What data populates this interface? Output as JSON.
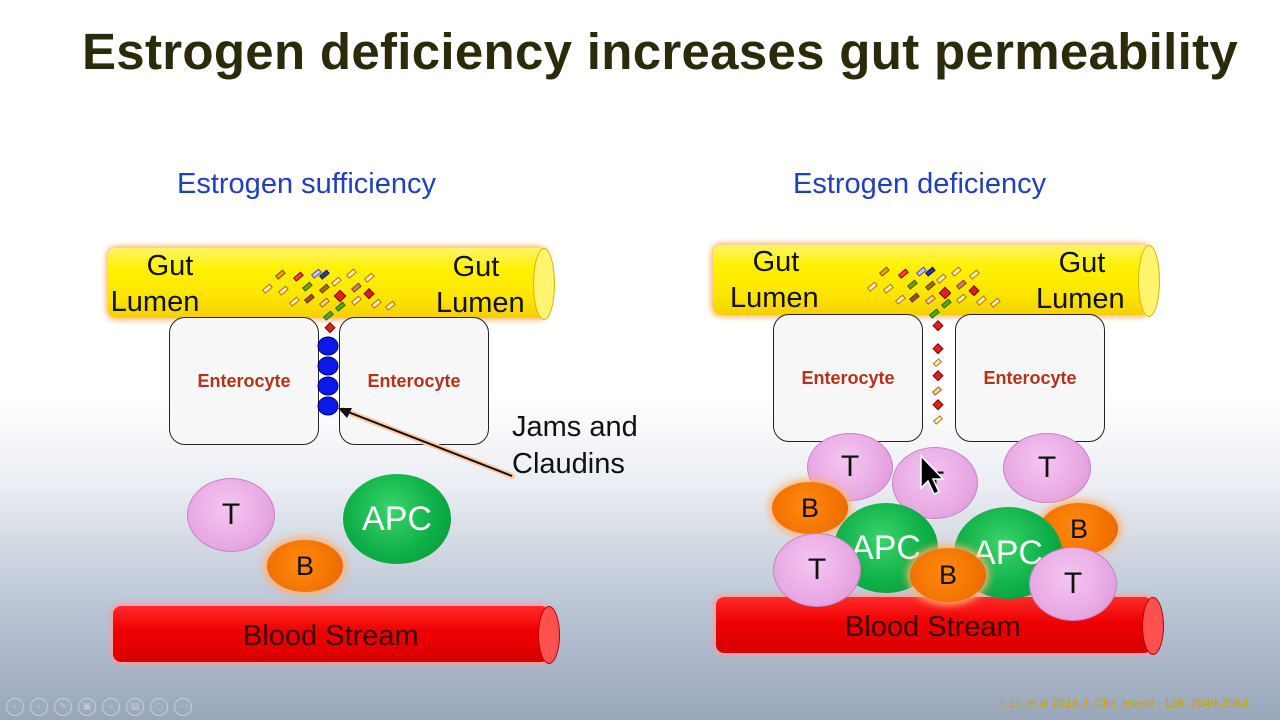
{
  "slide": {
    "title": "Estrogen deficiency increases gut permeability",
    "citation": "J. Li, et al 2016 J. Clin. Invest . 126: 2049-2063"
  },
  "left_panel": {
    "heading": "Estrogen sufficiency",
    "gut_label_left_line1": "Gut",
    "gut_label_left_line2": "Lumen",
    "gut_label_right_line1": "Gut",
    "gut_label_right_line2": "Lumen",
    "enterocyte_left": "Enterocyte",
    "enterocyte_right": "Enterocyte",
    "tight_junction_label_line1": "Jams and",
    "tight_junction_label_line2": "Claudins",
    "cells": {
      "t": "T",
      "b": "B",
      "apc": "APC"
    },
    "blood_label": "Blood Stream"
  },
  "right_panel": {
    "heading": "Estrogen deficiency",
    "gut_label_left_line1": "Gut",
    "gut_label_left_line2": "Lumen",
    "gut_label_right_line1": "Gut",
    "gut_label_right_line2": "Lumen",
    "enterocyte_left": "Enterocyte",
    "enterocyte_right": "Enterocyte",
    "cells": {
      "t1": "T",
      "t2": "T",
      "t3": "T",
      "t4": "T",
      "t5": "T",
      "b1": "B",
      "b2": "B",
      "b3": "B",
      "apc1": "APC",
      "apc2": "APC"
    },
    "blood_label": "Blood Stream"
  },
  "colors": {
    "title": "#2b2b0c",
    "heading": "#1f3fbf",
    "gut": "#fff200",
    "blood": "#e60000",
    "enterocyte_text": "#b5321a",
    "t_cell": "#e8a9e4",
    "b_cell": "#f07000",
    "apc_cell": "#0fb048",
    "junction_protein": "#0018e0",
    "citation": "#c9a300"
  },
  "toolbar": {
    "icons": [
      "prev-icon",
      "next-icon",
      "pen-icon",
      "slides-icon",
      "zoom-icon",
      "subtitles-icon",
      "laser-icon",
      "more-icon"
    ],
    "prev_glyph": "‹",
    "next_glyph": "›",
    "pen_glyph": "✎",
    "slides_glyph": "▣",
    "zoom_glyph": "⌕",
    "subtitles_glyph": "▤",
    "laser_glyph": "◌",
    "more_glyph": "⋯"
  }
}
